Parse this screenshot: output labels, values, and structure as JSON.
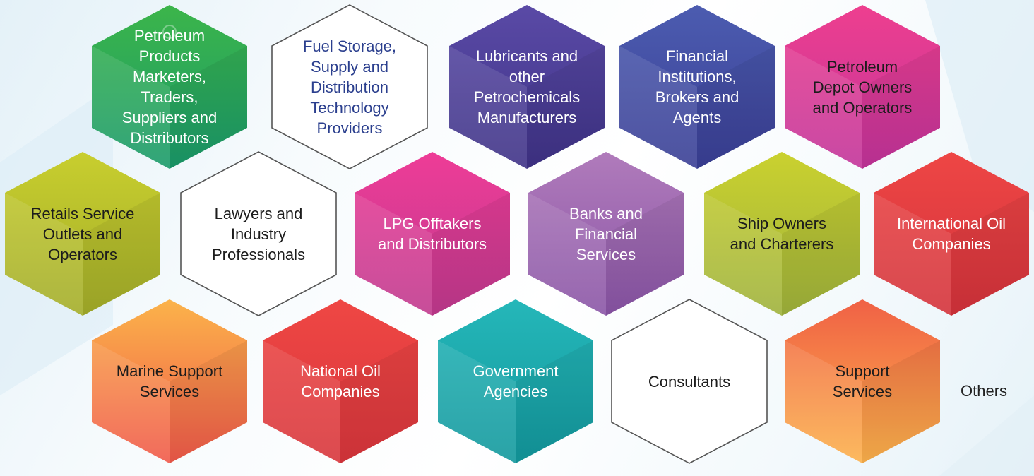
{
  "hexagons": [
    {
      "label": "Petroleum Products Marketers, Traders, Suppliers and Distributors",
      "colors": [
        "#3cb54a",
        "#1a9a6b"
      ],
      "text_color": "white",
      "icon": "lightbulb-icon"
    },
    {
      "label": "Fuel Storage, Supply and Distribution Technology Providers",
      "colors": [
        "#ffffff",
        "#ffffff"
      ],
      "outline": "#555555",
      "text_color": "blue"
    },
    {
      "label": "Lubricants and other Petrochemicals Manufacturers",
      "colors": [
        "#5a4aa6",
        "#3f3387"
      ],
      "text_color": "white"
    },
    {
      "label": "Financial Institutions, Brokers and Agents",
      "colors": [
        "#4c5cb0",
        "#3a3f95"
      ],
      "text_color": "white"
    },
    {
      "label": "Petroleum Depot Owners and Operators",
      "colors": [
        "#ee3f8f",
        "#c2349a"
      ],
      "text_color": "dark"
    },
    {
      "label": "Retails Service Outlets and Operators",
      "colors": [
        "#c8ce2e",
        "#a3ad2a"
      ],
      "text_color": "dark"
    },
    {
      "label": "Lawyers and Industry Professionals",
      "colors": [
        "#ffffff",
        "#ffffff"
      ],
      "outline": "#555555",
      "text_color": "dark"
    },
    {
      "label": "LPG Offtakers and Distributors",
      "colors": [
        "#ee3c97",
        "#c03a8e"
      ],
      "text_color": "white"
    },
    {
      "label": "Banks and Financial Services",
      "colors": [
        "#b07bbb",
        "#8a55a6"
      ],
      "text_color": "white"
    },
    {
      "label": "Ship Owners and Charterers",
      "colors": [
        "#cad12f",
        "#9fb23c"
      ],
      "text_color": "dark"
    },
    {
      "label": "International Oil Companies",
      "colors": [
        "#ee4645",
        "#d3333b"
      ],
      "text_color": "white"
    },
    {
      "label": "Marine Support Services",
      "colors": [
        "#fbb34a",
        "#f0594a"
      ],
      "text_color": "dark"
    },
    {
      "label": "National Oil Companies",
      "colors": [
        "#ef4744",
        "#d8363c"
      ],
      "text_color": "white"
    },
    {
      "label": "Government Agencies",
      "colors": [
        "#25b7b9",
        "#13989d"
      ],
      "text_color": "white"
    },
    {
      "label": "Consultants",
      "colors": [
        "#ffffff",
        "#ffffff"
      ],
      "outline": "#555555",
      "text_color": "dark"
    },
    {
      "label": "Support Services",
      "colors": [
        "#f06145",
        "#fcb24c"
      ],
      "text_color": "dark"
    }
  ],
  "others_label": "Others"
}
